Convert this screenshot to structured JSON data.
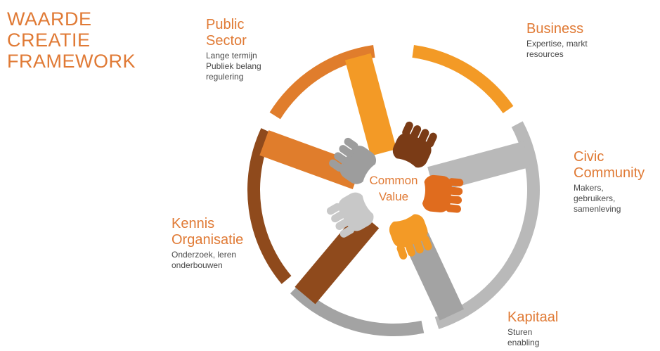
{
  "title": {
    "lines": [
      "WAARDE",
      "CREATIE",
      "FRAMEWORK"
    ]
  },
  "center": {
    "lines": [
      "Common",
      "Value"
    ]
  },
  "stakeholders": {
    "public_sector": {
      "heading": [
        "Public",
        "Sector"
      ],
      "desc": [
        "Lange termijn",
        "Publiek belang",
        "regulering"
      ]
    },
    "business": {
      "heading": [
        "Business"
      ],
      "desc": [
        "Expertise, markt",
        "resources"
      ]
    },
    "civic_community": {
      "heading": [
        "Civic",
        "Community"
      ],
      "desc": [
        "Makers,",
        "gebruikers,",
        "samenleving"
      ]
    },
    "kennis_organisatie": {
      "heading": [
        "Kennis",
        "Organisatie"
      ],
      "desc": [
        "Onderzoek, leren",
        "onderbouwen"
      ]
    },
    "kapitaal": {
      "heading": [
        "Kapitaal"
      ],
      "desc": [
        "Sturen",
        "enabling"
      ]
    }
  },
  "colors": {
    "accent_text": "#e07a35",
    "public_sector": "#e07d2c",
    "business": "#f39a26",
    "civic_community": "#b9b9b9",
    "kapitaal": "#a3a3a3",
    "kennis_organisatie": "#8f4a1c",
    "hand_dark_brown": "#7a3b16",
    "hand_orange": "#e06c1e",
    "hand_light_gray": "#c8c8c8",
    "hand_gray": "#9d9d9d"
  }
}
